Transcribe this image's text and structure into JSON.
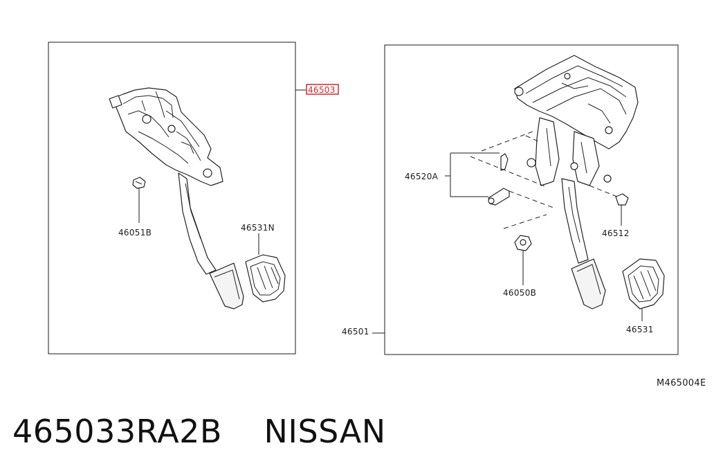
{
  "diagram": {
    "callouts": {
      "p46503": "46503",
      "p46051b": "46051B",
      "p46531n": "46531N",
      "p46520a": "46520A",
      "p46512": "46512",
      "p46050b": "46050B",
      "p46501": "46501",
      "p46531": "46531"
    },
    "reference_code": "M465004E",
    "highlight_color": "#d9262b"
  },
  "footer": {
    "part_number": "465033RA2B",
    "brand": "NISSAN"
  }
}
